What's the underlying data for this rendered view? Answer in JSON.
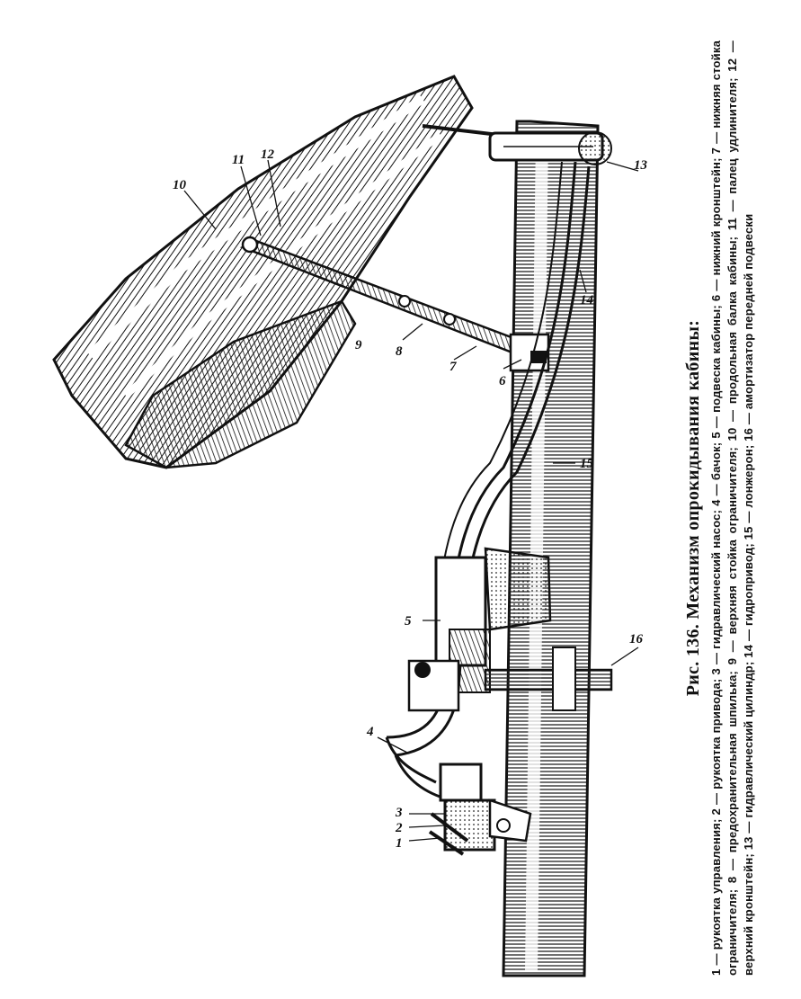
{
  "figure": {
    "caption_title": "Рис. 136. Механизм опрокидывания кабины:",
    "caption_body": "1 — рукоятка управления; 2 — рукоятка привода; 3 — гидравлический насос; 4 — бачок; 5 — подвеска кабины; 6 — нижний кронштейн; 7 — нижняя стойка ограничителя; 8 — предохранительная шпилька; 9 — верхняя стойка ограничителя; 10 — продольная балка кабины; 11 — палец удлинителя; 12 — верхний кронштейн; 13 — гидравлический цилиндр; 14 — гидропривод; 15 — лонжерон; 16 — амортизатор передней подвески",
    "callouts": [
      "1",
      "2",
      "3",
      "4",
      "5",
      "6",
      "7",
      "8",
      "9",
      "10",
      "11",
      "12",
      "13",
      "14",
      "15",
      "16"
    ]
  }
}
